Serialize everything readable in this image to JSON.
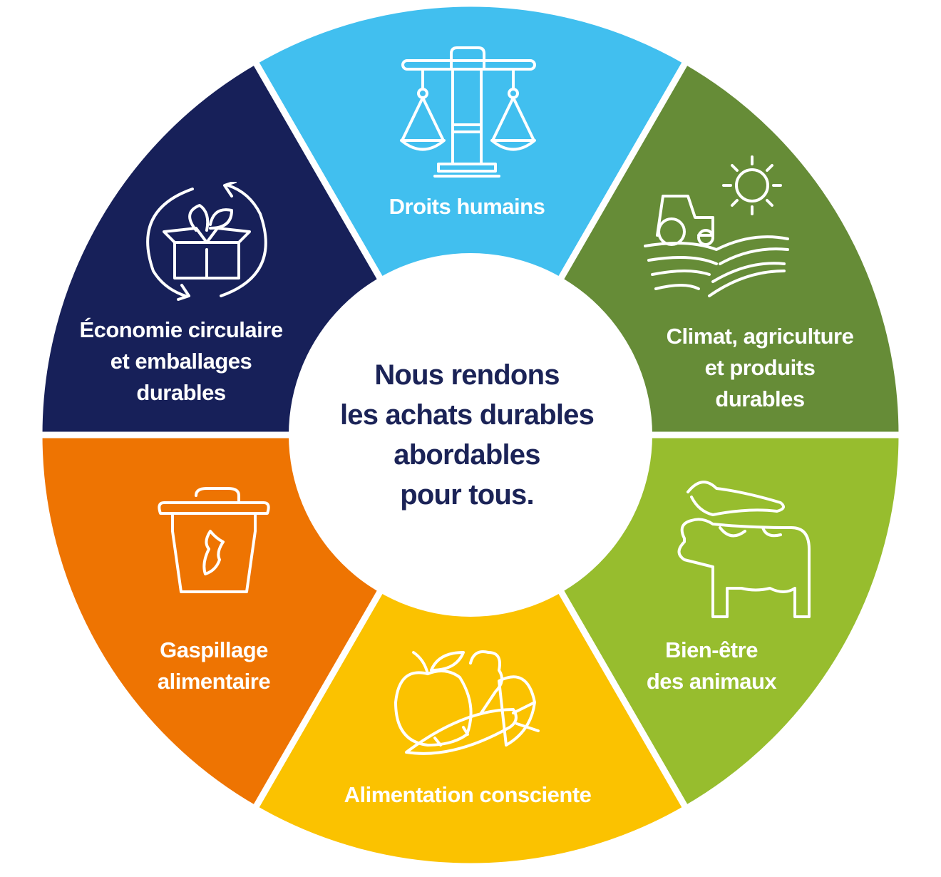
{
  "center_text": [
    "Nous rendons",
    "les achats durables",
    "abordables",
    "pour tous."
  ],
  "segments": [
    {
      "id": "droits-humains",
      "lines": [
        "Droits humains"
      ],
      "color": "#41bfef",
      "icon": "scales-hand-icon"
    },
    {
      "id": "climat",
      "lines": [
        "Climat, agriculture",
        "et produits",
        "durables"
      ],
      "color": "#668c37",
      "icon": "tractor-field-sun-icon"
    },
    {
      "id": "bien-etre",
      "lines": [
        "Bien-être",
        "des animaux"
      ],
      "color": "#97bd2e",
      "icon": "cow-hand-icon"
    },
    {
      "id": "alimentation",
      "lines": [
        "Alimentation consciente"
      ],
      "color": "#fbc200",
      "icon": "fruit-vegetables-icon"
    },
    {
      "id": "gaspillage",
      "lines": [
        "Gaspillage",
        "alimentaire"
      ],
      "color": "#ee7402",
      "icon": "food-waste-bin-icon"
    },
    {
      "id": "economie",
      "lines": [
        "Économie circulaire",
        "et emballages",
        "durables"
      ],
      "color": "#172059",
      "icon": "recycle-box-icon"
    }
  ]
}
